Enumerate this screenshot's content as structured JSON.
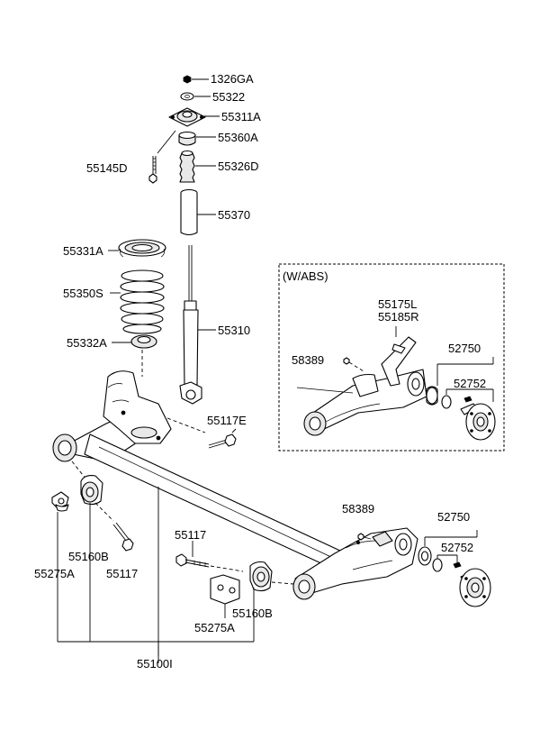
{
  "diagram": {
    "inset_title": "(W/ABS)",
    "labels": {
      "nut_1326GA": "1326GA",
      "washer_55322": "55322",
      "mount_55311A": "55311A",
      "bumper_55360A": "55360A",
      "bolt_55145D": "55145D",
      "stopper_55326D": "55326D",
      "dust_cover_55370": "55370",
      "spring_seat_55331A": "55331A",
      "spring_55350S": "55350S",
      "lower_seat_55332A": "55332A",
      "shock_55310": "55310",
      "bolt_55117E": "55117E",
      "abs_bracket_55175L": "55175L",
      "abs_bracket_55185R": "55185R",
      "abs_bolt_58389": "58389",
      "abs_bearing_52750": "52750",
      "abs_hub_52752": "52752",
      "bolt_58389": "58389",
      "bearing_52750": "52750",
      "hub_52752": "52752",
      "bolt_55117_upper": "55117",
      "bushing_55160B_left": "55160B",
      "bolt_55117_left": "55117",
      "stopper_55275A_left": "55275A",
      "bushing_55160B_right": "55160B",
      "stopper_55275A_right": "55275A",
      "axle_55100I": "55100I"
    }
  }
}
